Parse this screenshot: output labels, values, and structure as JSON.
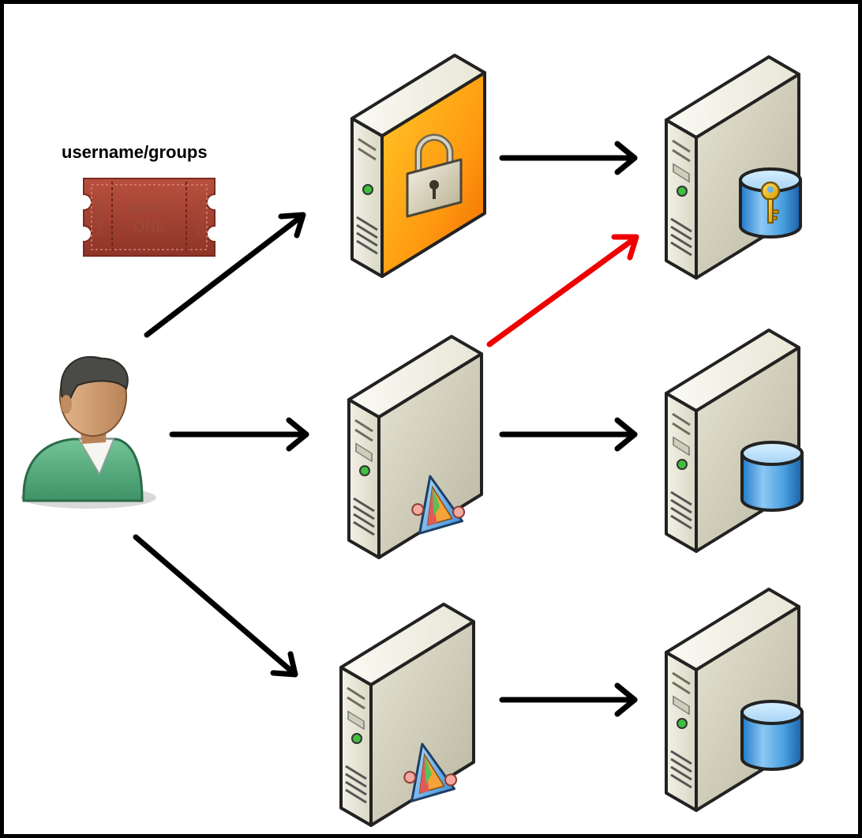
{
  "caption": "username/groups",
  "ticket": {
    "line1": "ADMIT",
    "line2": "ONE",
    "serial": "3400002"
  },
  "nodes": [
    {
      "id": "user",
      "icon": "user-icon"
    },
    {
      "id": "auth-server",
      "icon": "lock-server-icon"
    },
    {
      "id": "app-server-1",
      "icon": "app-server-icon"
    },
    {
      "id": "app-server-2",
      "icon": "app-server-icon"
    },
    {
      "id": "key-db-server",
      "icon": "key-database-server-icon"
    },
    {
      "id": "db-server-1",
      "icon": "database-server-icon"
    },
    {
      "id": "db-server-2",
      "icon": "database-server-icon"
    }
  ],
  "edges": [
    {
      "from": "user",
      "to": "auth-server",
      "color": "#000000"
    },
    {
      "from": "user",
      "to": "app-server-1",
      "color": "#000000"
    },
    {
      "from": "user",
      "to": "app-server-2",
      "color": "#000000"
    },
    {
      "from": "auth-server",
      "to": "key-db-server",
      "color": "#000000"
    },
    {
      "from": "app-server-1",
      "to": "key-db-server",
      "color": "#ee0000"
    },
    {
      "from": "app-server-1",
      "to": "db-server-1",
      "color": "#000000"
    },
    {
      "from": "app-server-2",
      "to": "db-server-2",
      "color": "#000000"
    }
  ]
}
